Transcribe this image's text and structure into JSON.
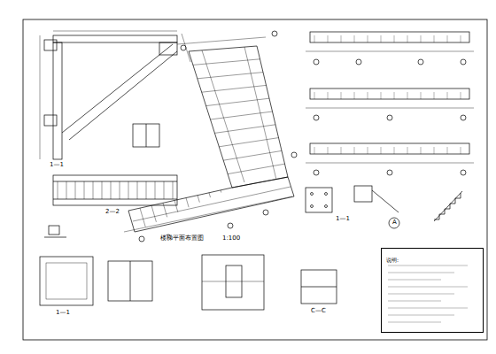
{
  "diagram": {
    "nodes": [
      {
        "text": [
          "说明:"
        ]
      }
    ],
    "labels": [
      "楼梯平面布置图",
      "1:100",
      "1—1",
      "2—2",
      "A",
      "1—1",
      "C—C",
      "1—1"
    ]
  }
}
